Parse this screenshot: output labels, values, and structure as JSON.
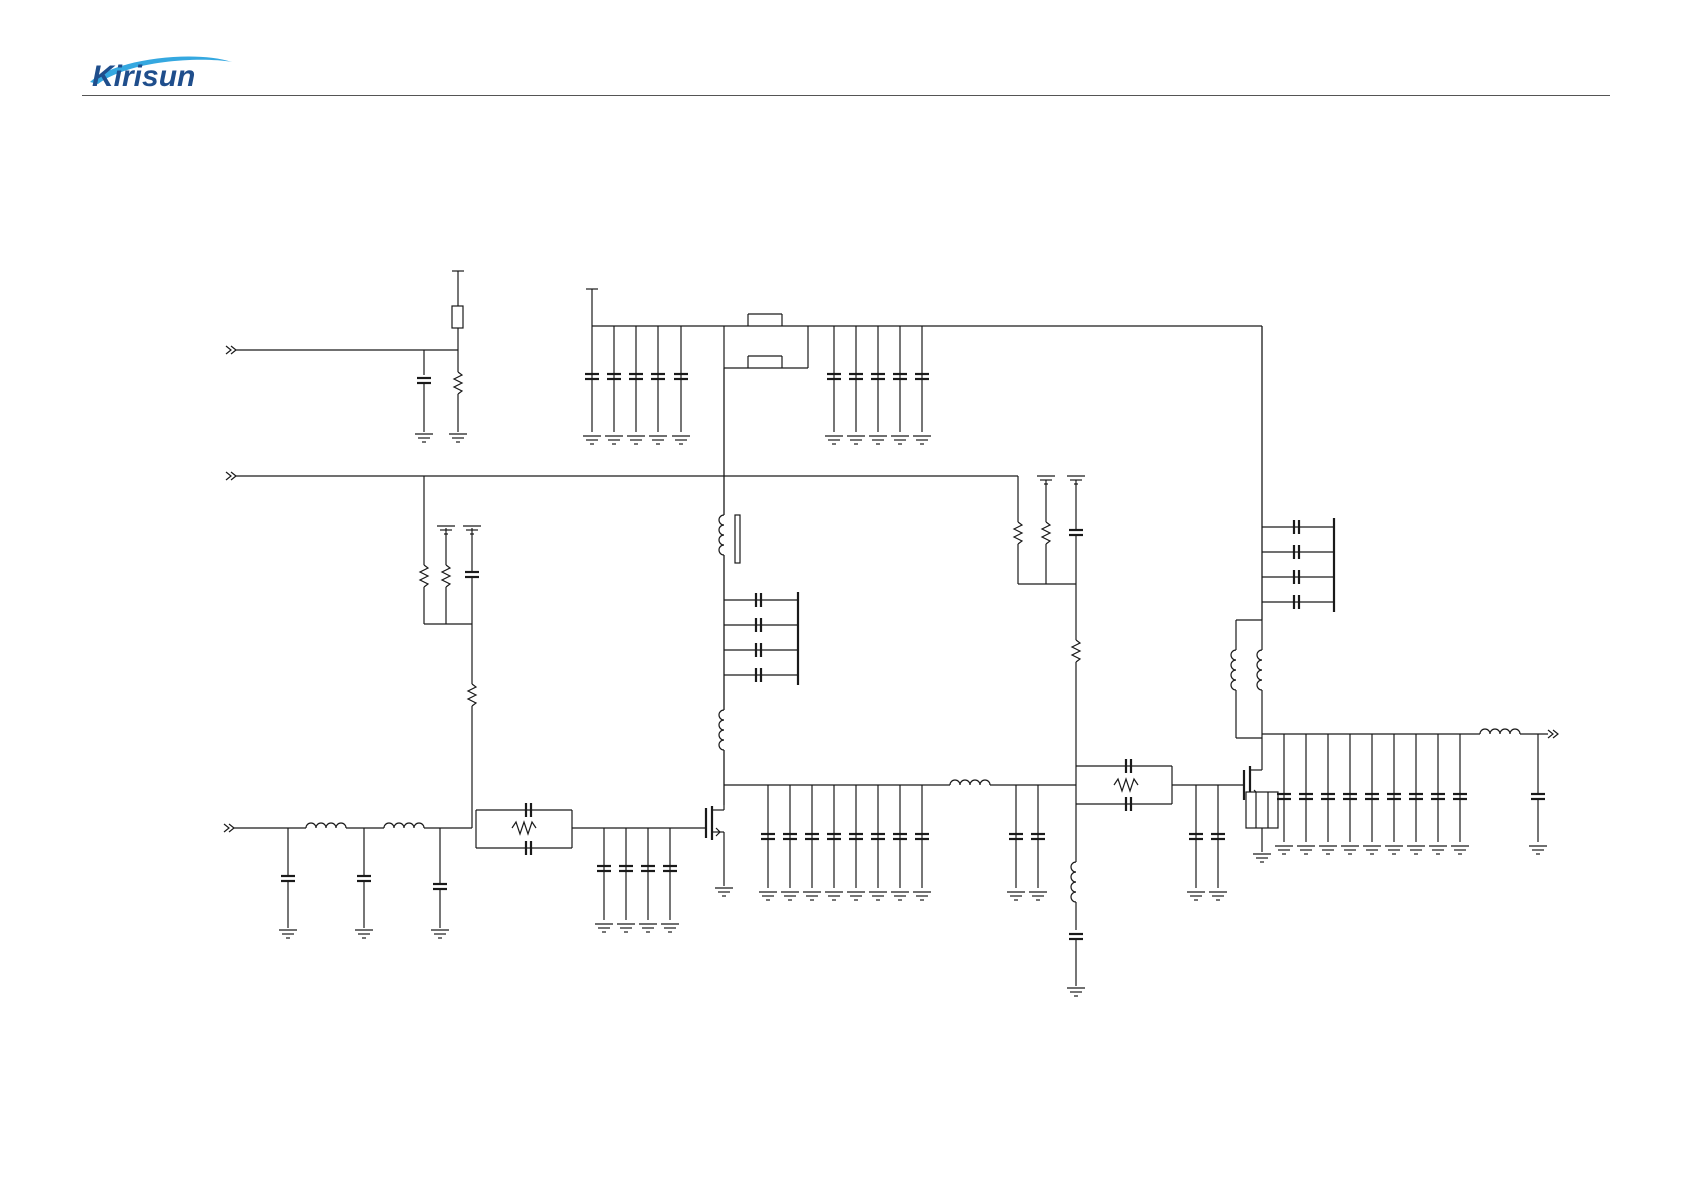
{
  "header": {
    "logo_text": "Kirisun",
    "logo_color": "#1f4e8c",
    "swoosh_color": "#35a8e0",
    "logo_icon": "kirisun-logo"
  },
  "schematic": {
    "type": "rf-power-amplifier",
    "ports": [
      "input-port",
      "bias-port-1",
      "bias-port-2",
      "output-port"
    ],
    "transistors": [
      "driver-mosfet",
      "final-mosfet"
    ],
    "line_color": "#1a1a1a"
  }
}
